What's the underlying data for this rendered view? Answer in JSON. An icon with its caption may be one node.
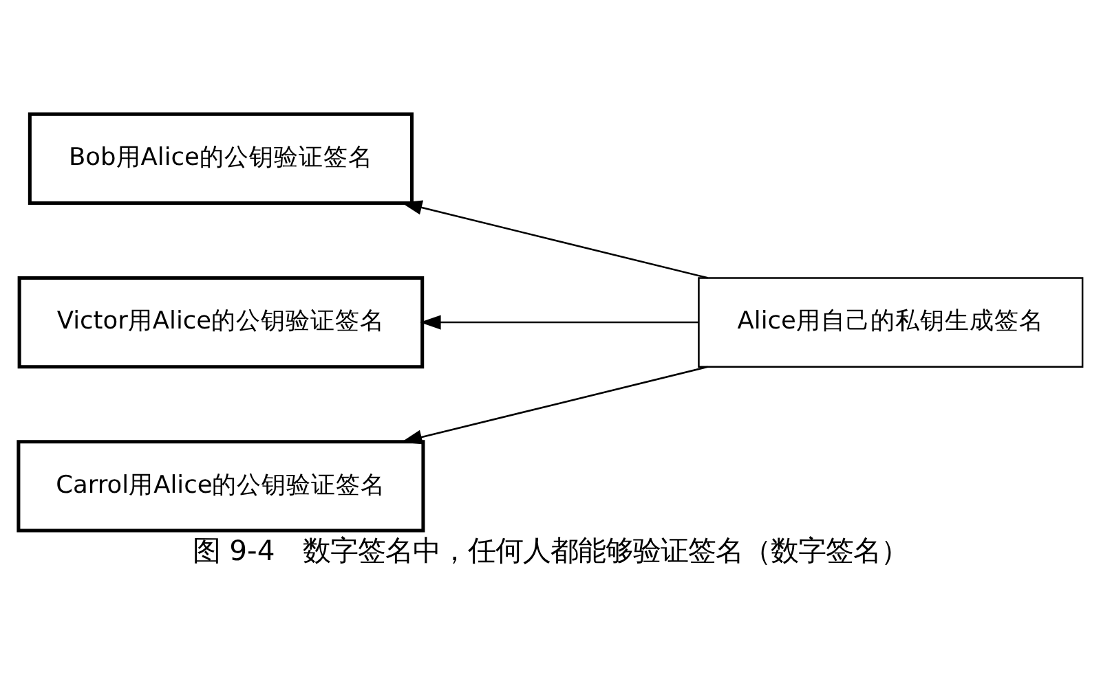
{
  "diagram": {
    "caption": "图 9-4　数字签名中，任何人都能够验证签名（数字签名）",
    "nodes": [
      {
        "text": [
          "Bob用Alice的公钥验证签名"
        ]
      },
      {
        "text": [
          "Victor用Alice的公钥验证签名"
        ]
      },
      {
        "text": [
          "Carrol用Alice的公钥验证签名"
        ]
      },
      {
        "text": [
          "Alice用自己的私钥生成签名"
        ]
      }
    ],
    "edges": [
      {
        "from": 3,
        "to": 0,
        "arrow": "to"
      },
      {
        "from": 3,
        "to": 1,
        "arrow": "to"
      },
      {
        "from": 3,
        "to": 2,
        "arrow": "to"
      }
    ]
  }
}
